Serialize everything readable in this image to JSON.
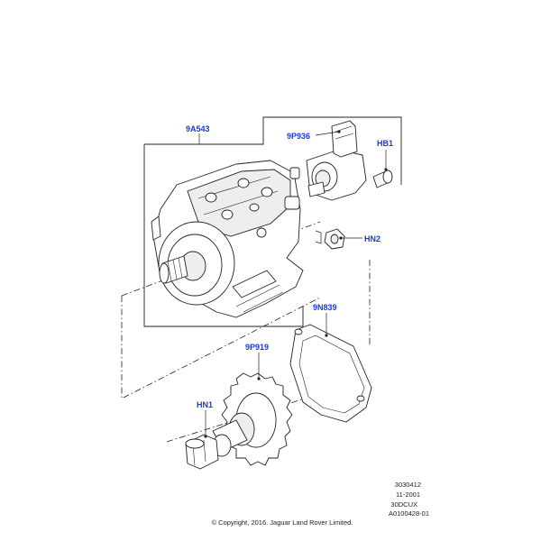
{
  "callouts": {
    "pump": "9A543",
    "sensor": "9P936",
    "bolt_hb1": "HB1",
    "nut_hn2": "HN2",
    "gasket": "9N839",
    "gear": "9P919",
    "nut_hn1": "HN1"
  },
  "reference_block": {
    "line1": "3030412",
    "line2": "11-2001",
    "line3": "30DCUX",
    "line4": "A0100428-01"
  },
  "copyright": "© Copyright, 2016. Jaguar Land Rover Limited.",
  "colors": {
    "callout_text": "#1a3cc8",
    "line_art": "#222222",
    "background": "#ffffff"
  }
}
